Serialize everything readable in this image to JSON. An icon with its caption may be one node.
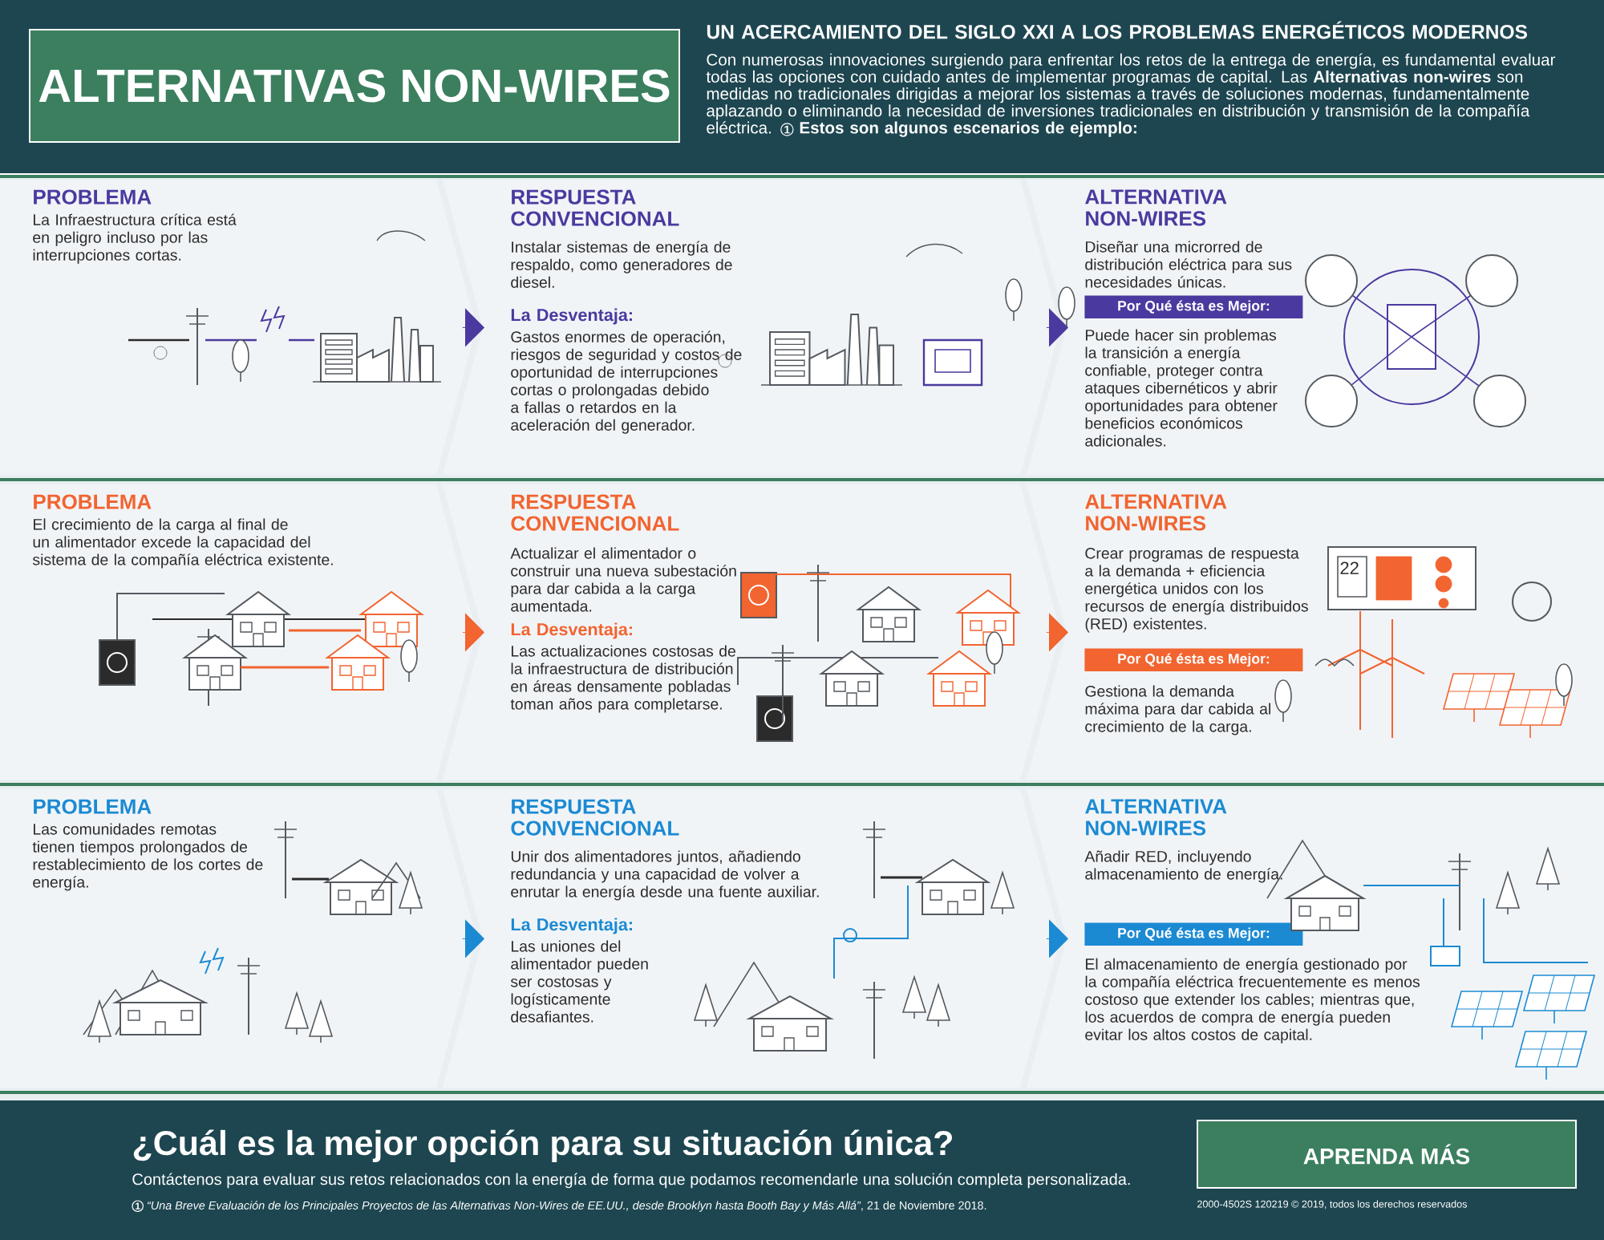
{
  "diagram": {
    "title": "ALTERNATIVAS NON-WIRES",
    "nodes": [
      {
        "text": [
          "PROBLEMA",
          "La Infraestructura crítica está en peligro incluso por las interrupciones cortas."
        ]
      },
      {
        "text": [
          "RESPUESTA CONVENCIONAL",
          "Instalar sistemas de energía de respaldo, como generadores de diesel.",
          "La Desventaja:",
          "Gastos enormes de operación, riesgos de seguridad y costos de oportunidad de interrupciones cortas o prolongadas debido a fallas o retardos en la aceleración del generador."
        ]
      },
      {
        "text": [
          "ALTERNATIVA NON-WIRES",
          "Diseñar una microrred de distribución eléctrica para sus necesidades únicas.",
          "Puede hacer sin problemas la transición a energía confiable, proteger contra ataques cibernéticos y abrir oportunidades para obtener beneficios económicos adicionales."
        ]
      },
      {
        "text": [
          "Por Qué ésta es Mejor:"
        ],
        "in": 2
      },
      {
        "text": [
          "PROBLEMA",
          "El crecimiento de la carga al final de un alimentador excede la capacidad del sistema de la compañía eléctrica existente."
        ]
      },
      {
        "text": [
          "RESPUESTA CONVENCIONAL",
          "Actualizar el alimentador o construir una nueva subestación para dar cabida a la carga aumentada.",
          "La Desventaja:",
          "Las actualizaciones costosas de la infraestructura de distribución en áreas densamente pobladas toman años para completarse."
        ]
      },
      {
        "text": [
          "ALTERNATIVA NON-WIRES",
          "Crear programas de respuesta a la demanda + eficiencia energética unidos con los recursos de energía distribuidos (RED) existentes.",
          "Gestiona la demanda máxima para dar cabida al crecimiento de la carga."
        ]
      },
      {
        "text": [
          "Por Qué ésta es Mejor:"
        ],
        "in": 6
      },
      {
        "text": [
          "PROBLEMA",
          "Las comunidades remotas tienen tiempos prolongados de restablecimiento de los cortes de energía."
        ]
      },
      {
        "text": [
          "RESPUESTA CONVENCIONAL",
          "Unir dos alimentadores juntos, añadiendo redundancia y una capacidad de volver a enrutar la energía desde una fuente auxiliar.",
          "La Desventaja:",
          "Las uniones del alimentador pueden ser costosas y logísticamente desafiantes."
        ]
      },
      {
        "text": [
          "ALTERNATIVA NON-WIRES",
          "Añadir RED, incluyendo almacenamiento de energía.",
          "El almacenamiento de energía gestionado por la compañía eléctrica frecuentemente es menos costoso que extender los cables; mientras que, los acuerdos de compra de energía pueden evitar los altos costos de capital."
        ]
      },
      {
        "text": [
          "Por Qué ésta es Mejor:"
        ],
        "in": 10
      },
      {
        "text": [
          "APRENDA MÁS"
        ]
      }
    ],
    "edges": [
      {
        "from": 0,
        "to": 1,
        "arrow": "to",
        "color": "#4a3a9f"
      },
      {
        "from": 1,
        "to": 2,
        "arrow": "to",
        "color": "#4a3a9f"
      },
      {
        "from": 4,
        "to": 5,
        "arrow": "to",
        "color": "#f26430"
      },
      {
        "from": 5,
        "to": 6,
        "arrow": "to",
        "color": "#f26430"
      },
      {
        "from": 8,
        "to": 9,
        "arrow": "to",
        "color": "#1b8ad3"
      },
      {
        "from": 9,
        "to": 10,
        "arrow": "to",
        "color": "#1b8ad3"
      }
    ],
    "labels": [
      "UN ACERCAMIENTO DEL SIGLO XXI A LOS PROBLEMAS ENERGÉTICOS MODERNOS",
      "Con numerosas innovaciones surgiendo para enfrentar los retos de la entrega de energía, es fundamental evaluar todas las opciones con cuidado antes de implementar programas de capital. Las **Alternativas non-wires** son medidas no tradicionales dirigidas a mejorar los sistemas a través de soluciones modernas, fundamentalmente aplazando o eliminando la necesidad de inversiones tradicionales en distribución y transmisión de la compañía eléctrica.",
      "1",
      "Estos son algunos escenarios de ejemplo:",
      "22",
      "¿Cuál es la mejor opción para su situación única?",
      "Contáctenos para evaluar sus retos relacionados con la energía de forma que podamos recomendarle una solución completa personalizada.",
      "1",
      "*“Una Breve Evaluación de los Principales Proyectos de las Alternativas Non-Wires de EE.UU., desde Brooklyn hasta Booth Bay y Más Allá”*, 21 de Noviembre 2018.",
      "2000-4502S 120219 © 2019, todos los derechos reservados"
    ]
  }
}
